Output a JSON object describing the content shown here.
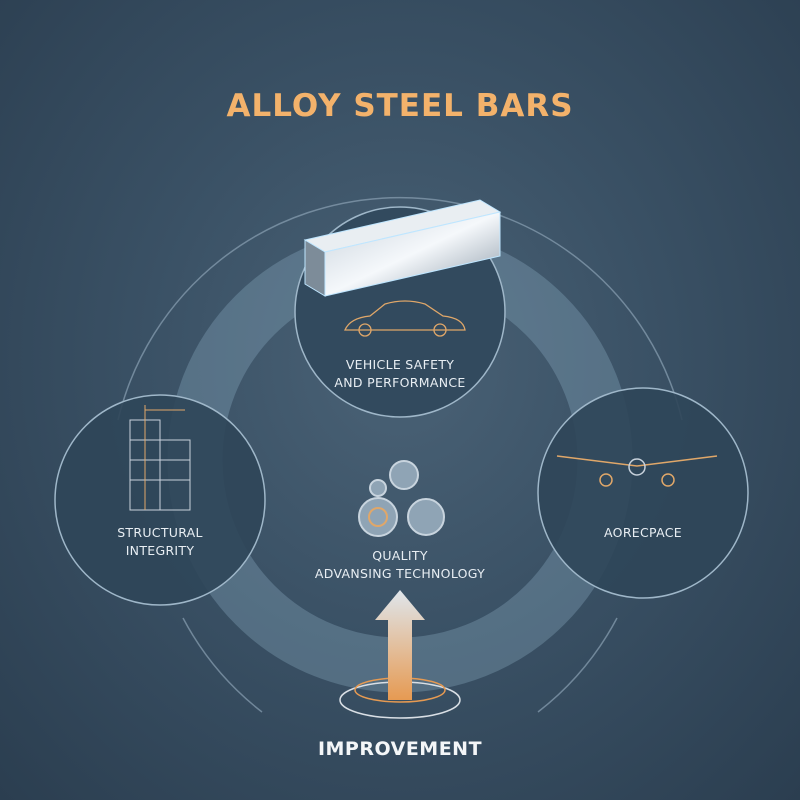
{
  "title": "ALLOY STEEL BARS",
  "nodes": {
    "top": {
      "line1": "VEHICLE SAFETY",
      "line2": "AND PERFORMANCE",
      "icon": "car-icon"
    },
    "left": {
      "line1": "STRUCTURAL",
      "line2": "INTEGRITY",
      "icon": "building-construction-icon"
    },
    "right": {
      "line1": "AORECPACE",
      "icon": "airplane-icon"
    },
    "center": {
      "line1": "QUALITY",
      "line2": "ADVANSING TECHNOLOGY",
      "icon": "gears-icon"
    }
  },
  "bottom": {
    "label": "IMPROVEMENT",
    "icon": "upward-arrow-swirl-icon"
  },
  "colors": {
    "accent": "#f3b26b",
    "background": "#3a5165",
    "text": "#e8eef3"
  }
}
